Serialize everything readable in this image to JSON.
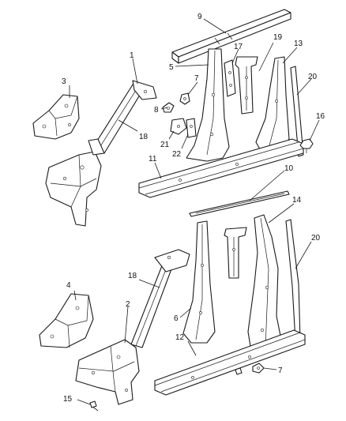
{
  "callouts": {
    "c1": "1",
    "c2": "2",
    "c3": "3",
    "c4": "4",
    "c5": "5",
    "c6": "6",
    "c7a": "7",
    "c7b": "7",
    "c8": "8",
    "c9": "9",
    "c10": "10",
    "c11": "11",
    "c12": "12",
    "c13": "13",
    "c14": "14",
    "c15": "15",
    "c16": "16",
    "c17": "17",
    "c18a": "18",
    "c18b": "18",
    "c19": "19",
    "c20a": "20",
    "c20b": "20",
    "c21": "21",
    "c22": "22"
  }
}
